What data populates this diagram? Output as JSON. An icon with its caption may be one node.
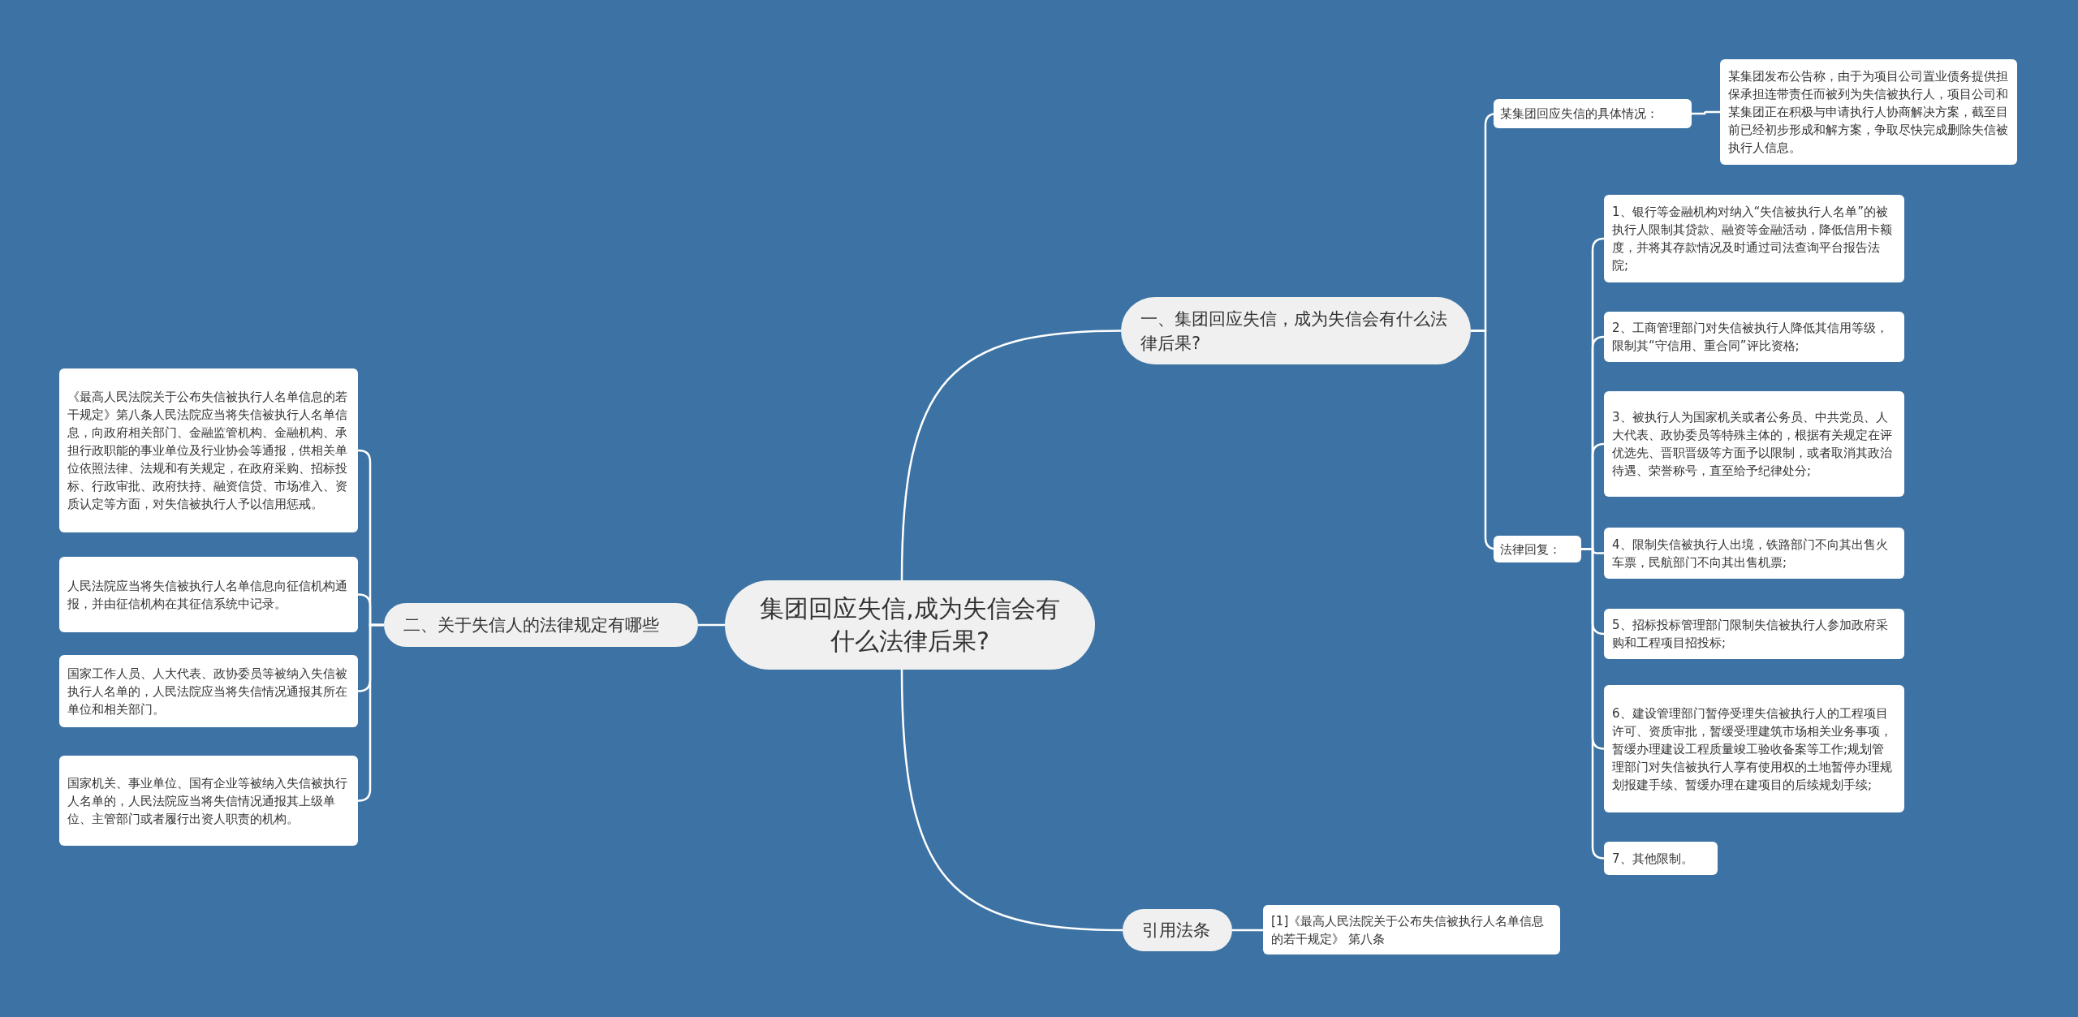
{
  "diagram": {
    "nodes": [
      {
        "text": [
          "集团回应失信,成为失信会有什么法律后果?"
        ]
      },
      {
        "text": [
          "一、集团回应失信，成为失信会有什么法律后果?"
        ]
      },
      {
        "text": [
          "某集团回应失信的具体情况："
        ]
      },
      {
        "text": [
          "某集团发布公告称，由于为项目公司置业债务提供担保承担连带责任而被列为失信被执行人，项目公司和某集团正在积极与申请执行人协商解决方案，截至目前已经初步形成和解方案，争取尽快完成删除失信被执行人信息。"
        ]
      },
      {
        "text": [
          "法律回复："
        ]
      },
      {
        "text": [
          "1、银行等金融机构对纳入“失信被执行人名单”的被执行人限制其贷款、融资等金融活动，降低信用卡额度，并将其存款情况及时通过司法查询平台报告法院;"
        ]
      },
      {
        "text": [
          "2、工商管理部门对失信被执行人降低其信用等级，限制其“守信用、重合同”评比资格;"
        ]
      },
      {
        "text": [
          "3、被执行人为国家机关或者公务员、中共党员、人大代表、政协委员等特殊主体的，根据有关规定在评优选先、晋职晋级等方面予以限制，或者取消其政治待遇、荣誉称号，直至给予纪律处分;"
        ]
      },
      {
        "text": [
          "4、限制失信被执行人出境，铁路部门不向其出售火车票，民航部门不向其出售机票;"
        ]
      },
      {
        "text": [
          "5、招标投标管理部门限制失信被执行人参加政府采购和工程项目招投标;"
        ]
      },
      {
        "text": [
          "6、建设管理部门暂停受理失信被执行人的工程项目许可、资质审批，暂缓受理建筑市场相关业务事项，暂缓办理建设工程质量竣工验收备案等工作;规划管理部门对失信被执行人享有使用权的土地暂停办理规划报建手续、暂缓办理在建项目的后续规划手续;"
        ]
      },
      {
        "text": [
          "7、其他限制。"
        ]
      },
      {
        "text": [
          "二、关于失信人的法律规定有哪些"
        ]
      },
      {
        "text": [
          "《最高人民法院关于公布失信被执行人名单信息的若干规定》第八条人民法院应当将失信被执行人名单信息，向政府相关部门、金融监管机构、金融机构、承担行政职能的事业单位及行业协会等通报，供相关单位依照法律、法规和有关规定，在政府采购、招标投标、行政审批、政府扶持、融资信贷、市场准入、资质认定等方面，对失信被执行人予以信用惩戒。"
        ]
      },
      {
        "text": [
          "人民法院应当将失信被执行人名单信息向征信机构通报，并由征信机构在其征信系统中记录。"
        ]
      },
      {
        "text": [
          "国家工作人员、人大代表、政协委员等被纳入失信被执行人名单的，人民法院应当将失信情况通报其所在单位和相关部门。"
        ]
      },
      {
        "text": [
          "国家机关、事业单位、国有企业等被纳入失信被执行人名单的，人民法院应当将失信情况通报其上级单位、主管部门或者履行出资人职责的机构。"
        ]
      },
      {
        "text": [
          "引用法条"
        ]
      },
      {
        "text": [
          "[1]《最高人民法院关于公布失信被执行人名单信息的若干规定》 第八条"
        ]
      }
    ],
    "edges": [
      {
        "from": 0,
        "to": 1,
        "arrow": "none"
      },
      {
        "from": 1,
        "to": 2,
        "arrow": "none"
      },
      {
        "from": 2,
        "to": 3,
        "arrow": "none"
      },
      {
        "from": 1,
        "to": 4,
        "arrow": "none"
      },
      {
        "from": 4,
        "to": 5,
        "arrow": "none"
      },
      {
        "from": 4,
        "to": 6,
        "arrow": "none"
      },
      {
        "from": 4,
        "to": 7,
        "arrow": "none"
      },
      {
        "from": 4,
        "to": 8,
        "arrow": "none"
      },
      {
        "from": 4,
        "to": 9,
        "arrow": "none"
      },
      {
        "from": 4,
        "to": 10,
        "arrow": "none"
      },
      {
        "from": 4,
        "to": 11,
        "arrow": "none"
      },
      {
        "from": 0,
        "to": 12,
        "arrow": "none"
      },
      {
        "from": 12,
        "to": 13,
        "arrow": "none"
      },
      {
        "from": 12,
        "to": 14,
        "arrow": "none"
      },
      {
        "from": 12,
        "to": 15,
        "arrow": "none"
      },
      {
        "from": 12,
        "to": 16,
        "arrow": "none"
      },
      {
        "from": 0,
        "to": 17,
        "arrow": "none"
      },
      {
        "from": 17,
        "to": 18,
        "arrow": "none"
      }
    ]
  }
}
